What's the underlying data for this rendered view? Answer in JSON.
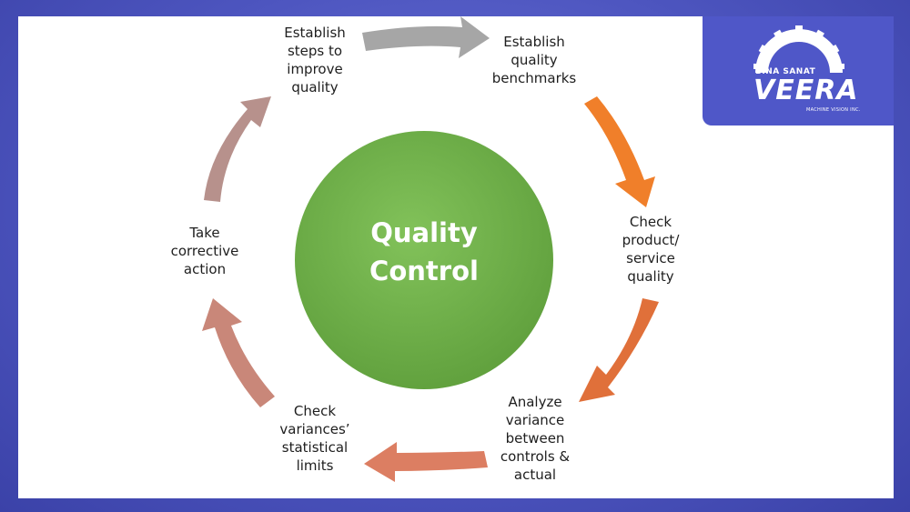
{
  "center": {
    "line1": "Quality",
    "line2": "Control"
  },
  "steps": [
    {
      "label": "Establish\nsteps to\nimprove\nquality"
    },
    {
      "label": "Establish\nquality\nbenchmarks"
    },
    {
      "label": "Check\nproduct/\nservice\nquality"
    },
    {
      "label": "Analyze\nvariance\nbetween\ncontrols &\nactual"
    },
    {
      "label": "Check\nvariances’\nstatistical\nlimits"
    },
    {
      "label": "Take\ncorrective\naction"
    }
  ],
  "logo": {
    "top": "BINA SANAT",
    "name": "VEERA",
    "tagline": "MACHINE VISION INC."
  },
  "colors": {
    "center_circle": "#71b04a",
    "arrow_gray": "#a6a6a6",
    "arrow_orange": "#f07f2a",
    "arrow_orange_red": "#e0703a",
    "arrow_salmon": "#dc7e62",
    "arrow_rose": "#c98779",
    "arrow_mauve": "#b7918c"
  }
}
